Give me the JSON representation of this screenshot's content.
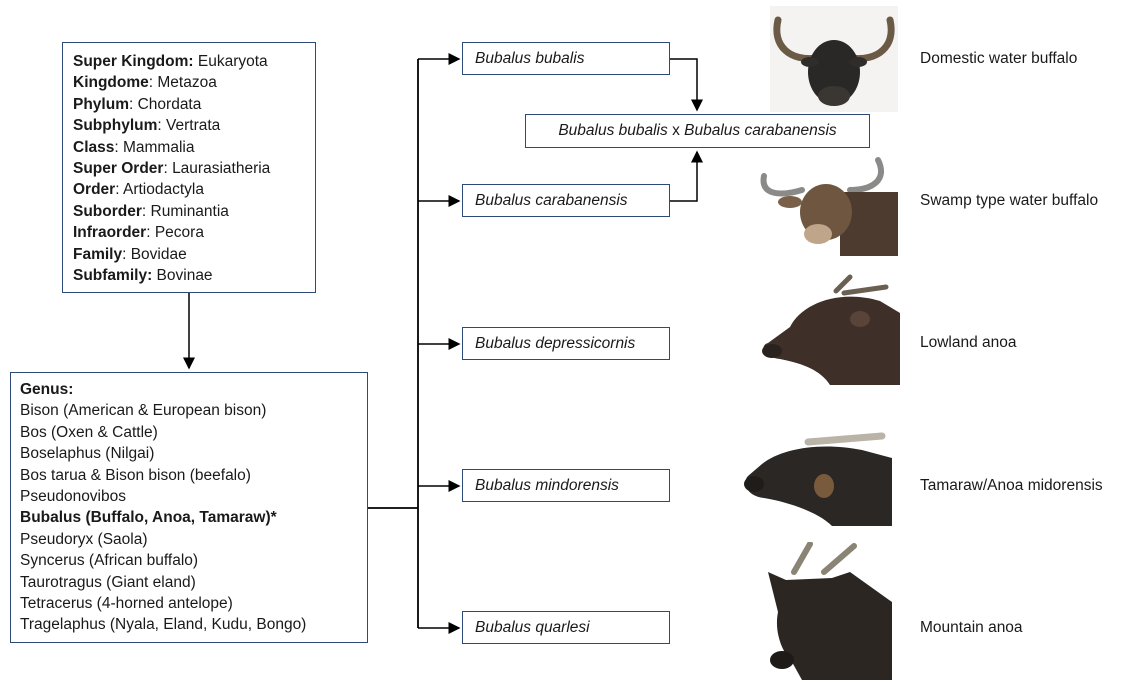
{
  "taxonomy": [
    {
      "rank": "Super Kingdom:",
      "value": " Eukaryota"
    },
    {
      "rank": "Kingdome",
      "value": ": Metazoa"
    },
    {
      "rank": "Phylum",
      "value": ": Chordata"
    },
    {
      "rank": "Subphylum",
      "value": ": Vertrata"
    },
    {
      "rank": "Class",
      "value": ": Mammalia"
    },
    {
      "rank": "Super Order",
      "value": ": Laurasiatheria"
    },
    {
      "rank": "Order",
      "value": ": Artiodactyla"
    },
    {
      "rank": "Suborder",
      "value": ": Ruminantia"
    },
    {
      "rank": "Infraorder",
      "value": ": Pecora"
    },
    {
      "rank": "Family",
      "value": ": Bovidae"
    },
    {
      "rank": "Subfamily:",
      "value": " Bovinae"
    }
  ],
  "genus": {
    "heading": "Genus:",
    "items": [
      "Bison (American & European bison)",
      "Bos (Oxen & Cattle)",
      "Boselaphus (Nilgai)",
      "Bos tarua & Bison bison (beefalo)",
      "Pseudonovibos",
      "Bubalus (Buffalo, Anoa, Tamaraw)*",
      "Pseudoryx (Saola)",
      "Syncerus (African buffalo)",
      "Taurotragus (Giant eland)",
      "Tetracerus (4-horned antelope)",
      "Tragelaphus (Nyala, Eland, Kudu, Bongo)"
    ]
  },
  "species": [
    {
      "name": "Bubalus bubalis",
      "common": "Domestic water buffalo"
    },
    {
      "name": "Bubalus carabanensis",
      "common": "Swamp type water buffalo"
    },
    {
      "name": "Bubalus depressicornis",
      "common": "Lowland anoa"
    },
    {
      "name": "Bubalus mindorensis",
      "common": "Tamaraw/Anoa midorensis"
    },
    {
      "name": "Bubalus quarlesi",
      "common": "Mountain anoa"
    }
  ],
  "hybrid": {
    "left": "Bubalus bubalis",
    "sep": " x ",
    "right": "Bubalus carabanensis"
  }
}
